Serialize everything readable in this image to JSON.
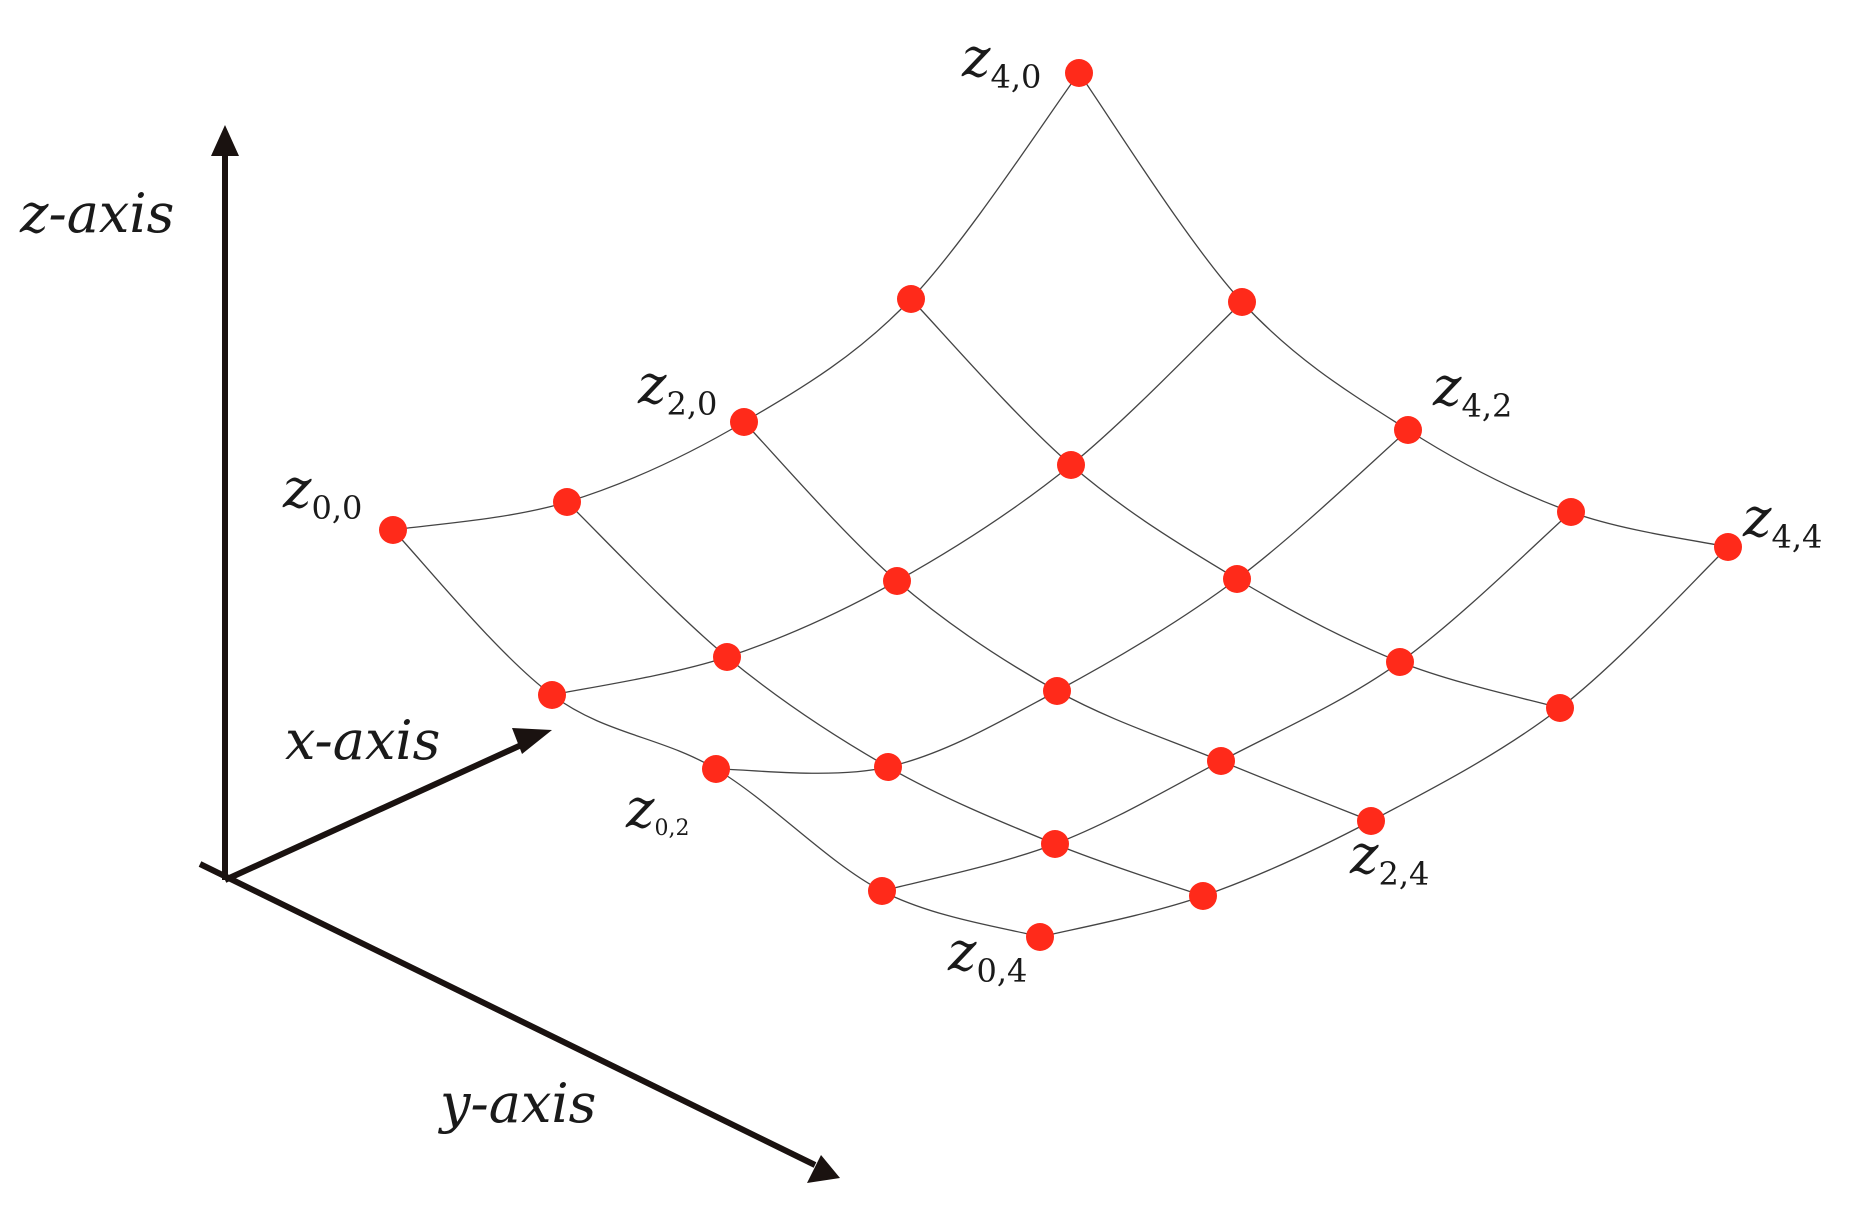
{
  "axes": {
    "z": {
      "label": "z-axis"
    },
    "x": {
      "label": "x-axis"
    },
    "y": {
      "label": "y-axis"
    }
  },
  "grid": {
    "rows": 5,
    "cols": 5,
    "node_color": "#ff2a1a",
    "line_color": "#444444"
  },
  "node_labels": {
    "z00": {
      "main": "z",
      "sub": "0,0"
    },
    "z20": {
      "main": "z",
      "sub": "2,0"
    },
    "z40": {
      "main": "z",
      "sub": "4,0"
    },
    "z42": {
      "main": "z",
      "sub": "4,2"
    },
    "z44": {
      "main": "z",
      "sub": "4,4"
    },
    "z24": {
      "main": "z",
      "sub": "2,4"
    },
    "z04": {
      "main": "z",
      "sub": "0,4"
    },
    "z02": {
      "main": "z",
      "sub": "0,2"
    }
  }
}
